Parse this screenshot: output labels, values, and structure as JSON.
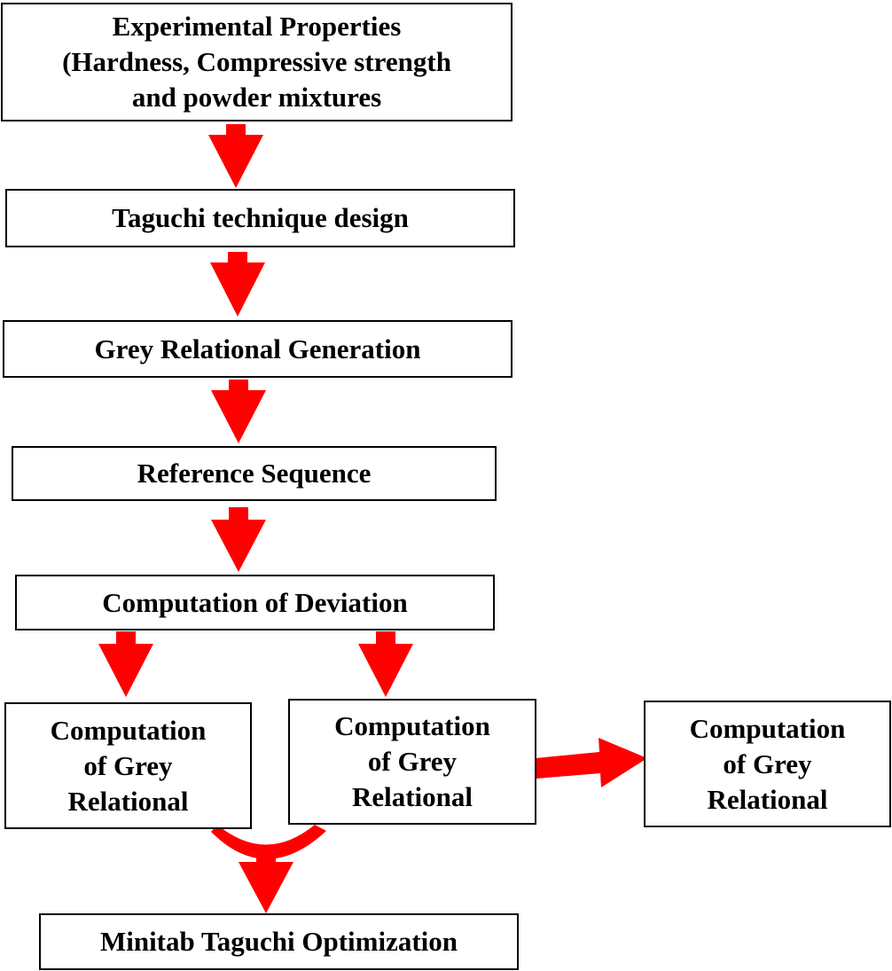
{
  "colors": {
    "arrow": "#ff0000",
    "border": "#000000",
    "text": "#000000"
  },
  "steps": {
    "experimental": {
      "line1": "Experimental Properties",
      "line2": "(Hardness, Compressive strength",
      "line3": "and powder mixtures"
    },
    "taguchi": "Taguchi technique design",
    "grey_generation": "Grey Relational Generation",
    "reference": "Reference Sequence",
    "deviation": "Computation of Deviation",
    "grey_left": {
      "line1": "Computation",
      "line2": "of Grey",
      "line3": "Relational"
    },
    "grey_middle": {
      "line1": "Computation",
      "line2": "of Grey",
      "line3": "Relational"
    },
    "grey_right": {
      "line1": "Computation",
      "line2": "of Grey",
      "line3": "Relational"
    },
    "minitab": "Minitab Taguchi Optimization"
  }
}
